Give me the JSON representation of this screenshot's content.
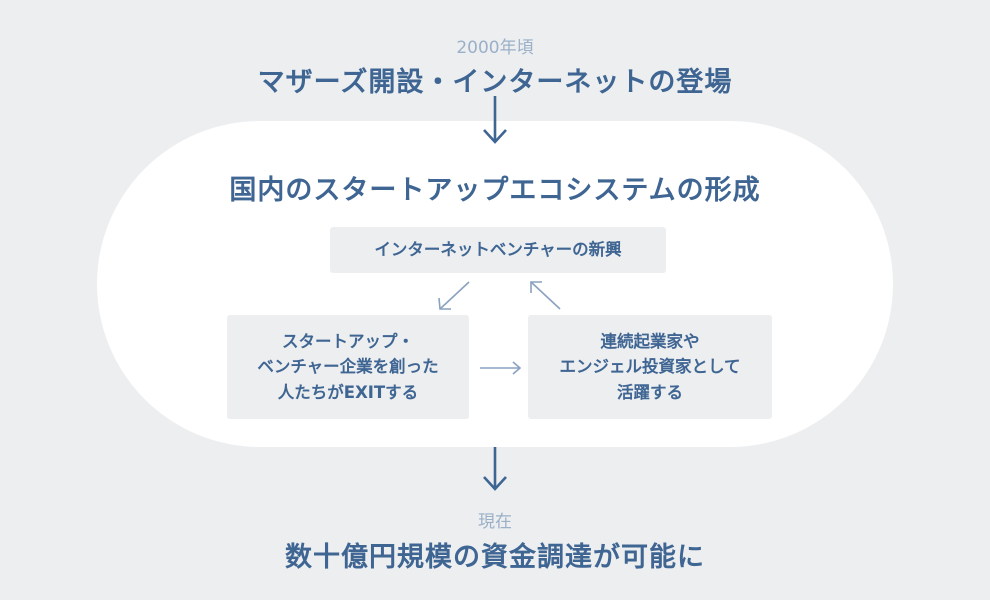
{
  "top": {
    "period": "2000年頃",
    "title": "マザーズ開設・インターネットの登場"
  },
  "ecosystem": {
    "title": "国内のスタートアップエコシステムの形成",
    "cycle": {
      "top_box": "インターネットベンチャーの新興",
      "left_box_lines": [
        "スタートアップ・",
        "ベンチャー企業を創った",
        "人たちがEXITする"
      ],
      "right_box_lines": [
        "連続起業家や",
        "エンジェル投資家として",
        "活躍する"
      ]
    }
  },
  "bottom": {
    "period": "現在",
    "title": "数十億円規模の資金調達が可能に"
  },
  "colors": {
    "background": "#eceef0",
    "primary": "#3f6593",
    "muted": "#9bb0c8",
    "panel": "#ffffff"
  }
}
